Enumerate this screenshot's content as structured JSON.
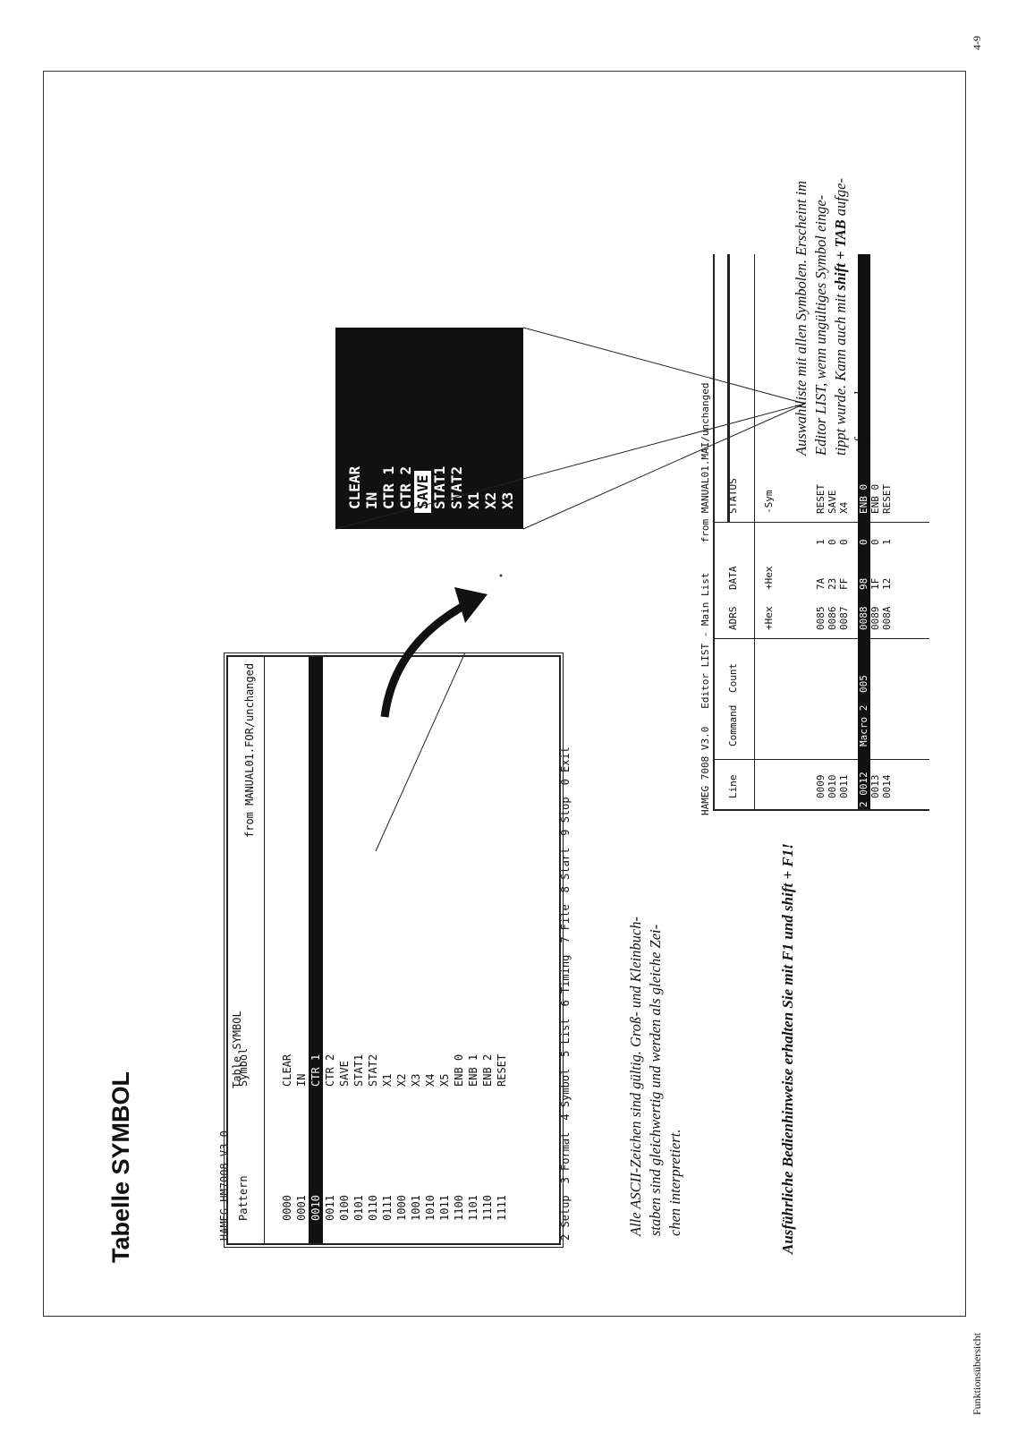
{
  "page": {
    "title": "Tabelle SYMBOL",
    "footer_left": "Funktionsübersicht",
    "footer_right": "4-9"
  },
  "screen1": {
    "header": {
      "app": "HAMEG HM7008  V3.0",
      "table": "Table SYMBOL",
      "file": "from MANUAL01.FOR/unchanged"
    },
    "columns": {
      "pattern": "Pattern",
      "symbol": "Symbol"
    },
    "rows": [
      {
        "pattern": "0000",
        "symbol": "CLEAR"
      },
      {
        "pattern": "0001",
        "symbol": "IN"
      },
      {
        "pattern": "0010",
        "symbol": "CTR 1",
        "selected": true
      },
      {
        "pattern": "0011",
        "symbol": "CTR 2"
      },
      {
        "pattern": "0100",
        "symbol": "SAVE"
      },
      {
        "pattern": "0101",
        "symbol": "STAT1"
      },
      {
        "pattern": "0110",
        "symbol": "STAT2"
      },
      {
        "pattern": "0111",
        "symbol": "X1"
      },
      {
        "pattern": "1000",
        "symbol": "X2"
      },
      {
        "pattern": "1001",
        "symbol": "X3"
      },
      {
        "pattern": "1010",
        "symbol": "X4"
      },
      {
        "pattern": "1011",
        "symbol": "X5"
      },
      {
        "pattern": "1100",
        "symbol": "ENB 0"
      },
      {
        "pattern": "1101",
        "symbol": "ENB 1"
      },
      {
        "pattern": "1110",
        "symbol": "ENB 2"
      },
      {
        "pattern": "1111",
        "symbol": "RESET"
      }
    ],
    "menu": [
      "2 Setup",
      "3 Format",
      "4 Symbol",
      "5 List",
      "6 Timing",
      "7 File",
      "8 Start",
      "9 Stop",
      "0 Exit"
    ]
  },
  "popup": {
    "items": [
      "CLEAR",
      "IN",
      "CTR 1",
      "CTR 2",
      "SAVE",
      "STAT1",
      "STAT2",
      "X1",
      "X2",
      "X3"
    ],
    "selected_index": 4
  },
  "screen2": {
    "header": {
      "app": "HAMEG 7008  V3.0",
      "title": "Editor LIST - Main List",
      "file": "from MANUAL01.MAI/unchanged"
    },
    "columns": {
      "line": "Line",
      "command": "Command",
      "count": "Count",
      "adrs": "ADRS",
      "data": "DATA",
      "status": "STATUS"
    },
    "subheaders": {
      "adrs": "+Hex",
      "data": "+Hex",
      "status": "-Sym"
    },
    "rows": [
      {
        "line": "0009",
        "command": "",
        "count": "",
        "adrs": "0085",
        "data": "7A",
        "flag": "1",
        "status": "RESET"
      },
      {
        "line": "0010",
        "command": "",
        "count": "",
        "adrs": "0086",
        "data": "23",
        "flag": "0",
        "status": "SAVE"
      },
      {
        "line": "0011",
        "command": "",
        "count": "",
        "adrs": "0087",
        "data": "FF",
        "flag": "0",
        "status": "X4"
      },
      {
        "line": "2 0012",
        "command": "Macro 2",
        "count": "005",
        "adrs": "0088",
        "data": "98",
        "flag": "0",
        "status": "ENB 0",
        "selected": true
      },
      {
        "line": "0013",
        "command": "",
        "count": "",
        "adrs": "0089",
        "data": "1F",
        "flag": "0",
        "status": "ENB 0"
      },
      {
        "line": "0014",
        "command": "",
        "count": "",
        "adrs": "008A",
        "data": "12",
        "flag": "1",
        "status": "RESET"
      }
    ]
  },
  "notes": {
    "popup_note": [
      "Auswahlliste mit allen Symbolen. Erscheint im",
      "Editor LIST, wenn ungültiges Symbol einge-",
      "tippt wurde. Kann auch mit ",
      " aufge-",
      "rufen werden."
    ],
    "popup_note_key": "shift + TAB",
    "ascii_note": [
      "Alle ASCII-Zeichen sind gültig. Groß- und Kleinbuch-",
      "staben sind gleichwertig und werden als gleiche Zei-",
      "chen interpretiert."
    ],
    "help_note": "Ausführliche  Bedienhinweise erhalten Sie mit F1 und shift + F1!"
  }
}
